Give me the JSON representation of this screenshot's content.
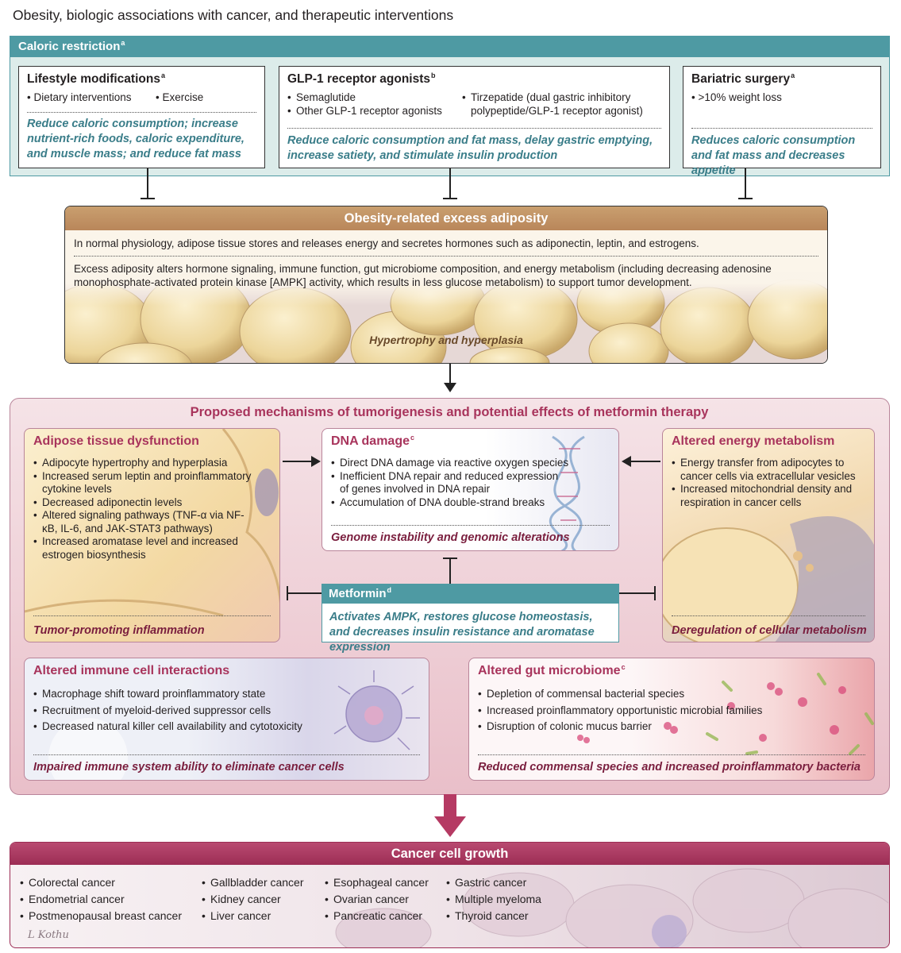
{
  "figure_title": "Obesity, biologic associations with cancer, and therapeutic interventions",
  "caloric": {
    "label": "Caloric restriction",
    "label_sup": "a",
    "lifestyle": {
      "title": "Lifestyle modifications",
      "title_sup": "a",
      "bullets": [
        "Dietary interventions",
        "Exercise"
      ],
      "effect": "Reduce caloric consumption; increase nutrient-rich foods, caloric expenditure, and muscle mass; and reduce fat mass"
    },
    "glp1": {
      "title": "GLP-1 receptor agonists",
      "title_sup": "b",
      "bullets_left": [
        "Semaglutide",
        "Other GLP-1 receptor agonists"
      ],
      "bullets_right": [
        "Tirzepatide (dual gastric inhibitory polypeptide/GLP-1 receptor agonist)"
      ],
      "effect": "Reduce caloric consumption and fat mass, delay gastric emptying, increase satiety, and stimulate insulin production"
    },
    "bariatric": {
      "title": "Bariatric surgery",
      "title_sup": "a",
      "bullets": [
        ">10% weight loss"
      ],
      "effect": "Reduces caloric consumption and fat mass and decreases appetite"
    }
  },
  "adiposity": {
    "title": "Obesity-related excess adiposity",
    "para1": "In normal physiology, adipose tissue stores and releases energy and secretes hormones such as adiponectin, leptin, and estrogens.",
    "para2": "Excess adiposity alters hormone signaling, immune function, gut microbiome composition, and energy metabolism (including decreasing adenosine monophosphate-activated protein kinase [AMPK] activity, which results in less glucose metabolism) to support tumor development.",
    "image_caption": "Hypertrophy and hyperplasia"
  },
  "mechanisms": {
    "title": "Proposed mechanisms of tumorigenesis and potential effects of metformin therapy",
    "adipose": {
      "title": "Adipose tissue dysfunction",
      "bullets": [
        "Adipocyte hypertrophy and hyperplasia",
        "Increased serum leptin and proinflammatory cytokine levels",
        "Decreased adiponectin levels",
        "Altered signaling pathways (TNF-α via NF-κB, IL-6, and JAK-STAT3 pathways)",
        "Increased aromatase level and increased estrogen biosynthesis"
      ],
      "effect": "Tumor-promoting inflammation"
    },
    "dna": {
      "title": "DNA damage",
      "title_sup": "c",
      "bullets": [
        "Direct DNA damage via reactive oxygen species",
        "Inefficient DNA repair and reduced expression of genes involved in DNA repair",
        "Accumulation of DNA double-strand breaks"
      ],
      "effect": "Genome instability and genomic alterations"
    },
    "energy": {
      "title": "Altered energy metabolism",
      "bullets": [
        "Energy transfer from adipocytes to cancer cells via extracellular vesicles",
        "Increased mitochondrial density and respiration in cancer cells"
      ],
      "effect": "Deregulation of cellular metabolism"
    },
    "metformin": {
      "title": "Metformin",
      "title_sup": "d",
      "effect": "Activates AMPK, restores glucose homeostasis, and decreases insulin resistance and aromatase expression"
    },
    "immune": {
      "title": "Altered immune cell interactions",
      "bullets": [
        "Macrophage shift toward proinflammatory state",
        "Recruitment of myeloid-derived suppressor cells",
        "Decreased natural killer cell availability and cytotoxicity"
      ],
      "effect": "Impaired immune system ability to eliminate cancer cells"
    },
    "gut": {
      "title": "Altered gut microbiome",
      "title_sup": "c",
      "bullets": [
        "Depletion of commensal bacterial species",
        "Increased proinflammatory opportunistic microbial families",
        "Disruption of colonic mucus barrier"
      ],
      "effect": "Reduced commensal species and increased proinflammatory bacteria"
    }
  },
  "cancer": {
    "title": "Cancer cell growth",
    "col1": [
      "Colorectal cancer",
      "Endometrial cancer",
      "Postmenopausal breast cancer"
    ],
    "col2": [
      "Gallbladder cancer",
      "Kidney cancer",
      "Liver cancer"
    ],
    "col3": [
      "Esophageal cancer",
      "Ovarian cancer",
      "Pancreatic cancer"
    ],
    "col4": [
      "Gastric cancer",
      "Multiple myeloma",
      "Thyroid cancer"
    ]
  },
  "signature": "L Kothu",
  "colors": {
    "teal": "#4e9aa3",
    "teal_text": "#3a7d89",
    "tan_header": "#c7966a",
    "magenta": "#a8345c",
    "mech_bg": "#f1d6dd"
  }
}
